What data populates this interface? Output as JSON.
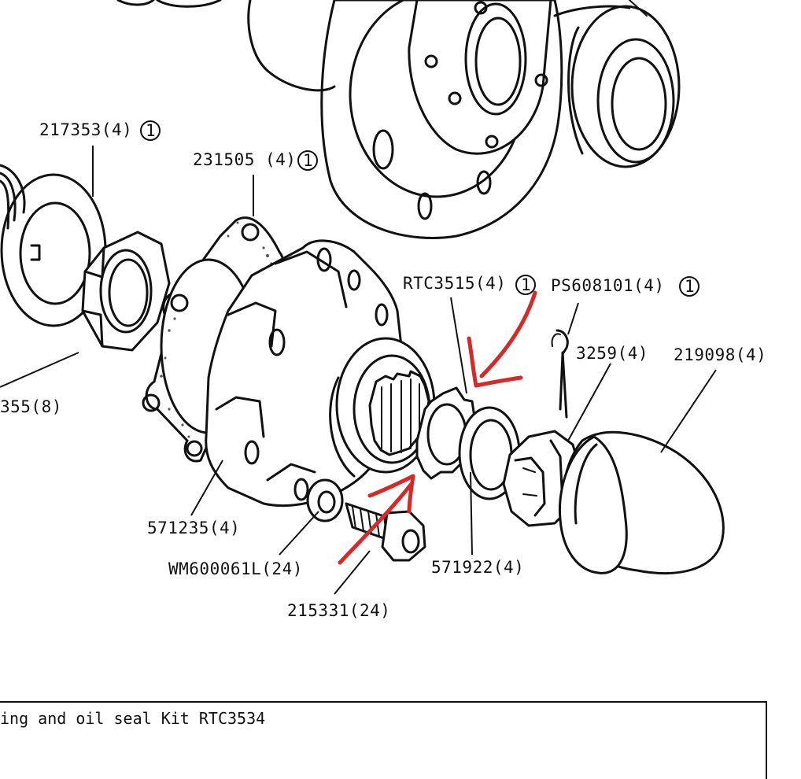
{
  "colors": {
    "ink": "#111111",
    "annotation": "#d42a2a",
    "paper": "#ffffff"
  },
  "labels": {
    "p217353": "217353(4)",
    "p231505": "231505 (4)",
    "p355": "355(8)",
    "pRTC3515": "RTC3515(4)",
    "pPS608101": "PS608101(4)",
    "p3259": "3259(4)",
    "p219098": "219098(4)",
    "p571235": "571235(4)",
    "pWM600061L": "WM600061L(24)",
    "p571922": "571922(4)",
    "p215331": "215331(24)",
    "note_mark": "1"
  },
  "note": {
    "text": "ing and oil seal Kit RTC3534"
  }
}
